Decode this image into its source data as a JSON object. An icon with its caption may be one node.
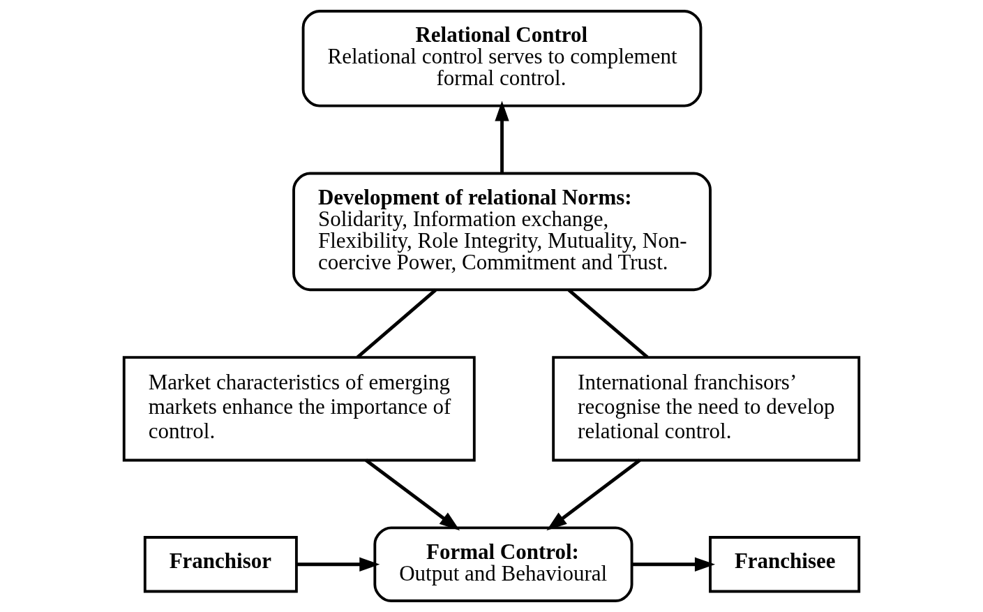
{
  "diagram": {
    "nodes": [
      {
        "text": [
          "Relational Control",
          "Relational control serves to complement formal control."
        ]
      },
      {
        "text": [
          "Development of relational Norms:",
          "Solidarity, Information exchange, Flexibility, Role Integrity, Mutuality, Non-coercive Power, Commitment and Trust."
        ]
      },
      {
        "text": [
          "Market characteristics of emerging markets enhance the importance of control."
        ]
      },
      {
        "text": [
          "International franchisors’ recognise the need to develop relational control."
        ]
      },
      {
        "text": [
          "Franchisor"
        ]
      },
      {
        "text": [
          "Formal Control:",
          "Output and Behavioural"
        ]
      },
      {
        "text": [
          "Franchisee"
        ]
      }
    ],
    "edges": [
      {
        "from": 1,
        "to": 0,
        "arrow": "to"
      },
      {
        "from": 1,
        "to": 2,
        "arrow": "none"
      },
      {
        "from": 1,
        "to": 3,
        "arrow": "none"
      },
      {
        "from": 2,
        "to": 5,
        "arrow": "to"
      },
      {
        "from": 3,
        "to": 5,
        "arrow": "to"
      },
      {
        "from": 4,
        "to": 5,
        "arrow": "to"
      },
      {
        "from": 5,
        "to": 6,
        "arrow": "to"
      }
    ]
  }
}
